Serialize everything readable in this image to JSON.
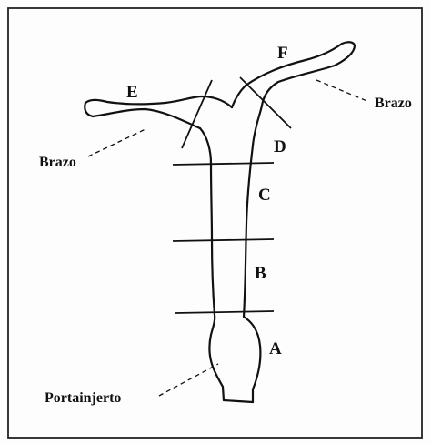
{
  "figure": {
    "segments": {
      "a": "A",
      "b": "B",
      "c": "C",
      "d": "D",
      "e": "E",
      "f": "F"
    },
    "callouts": {
      "brazo_left": "Brazo",
      "brazo_right": "Brazo",
      "portainjerto": "Portainjerto"
    }
  },
  "colors": {
    "ink": "#111111",
    "frame": "#222222",
    "background": "#fdfdfd"
  }
}
